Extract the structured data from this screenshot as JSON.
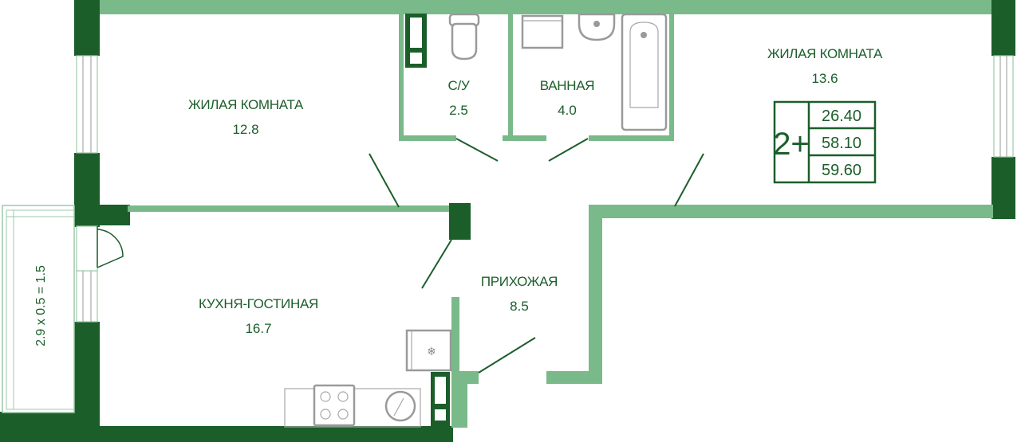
{
  "rooms": {
    "living_left": {
      "name": "ЖИЛАЯ КОМНАТА",
      "area": "12.8"
    },
    "bathroom_wc": {
      "name": "С/У",
      "area": "2.5"
    },
    "bathroom": {
      "name": "ВАННАЯ",
      "area": "4.0"
    },
    "living_right": {
      "name": "ЖИЛАЯ КОМНАТА",
      "area": "13.6"
    },
    "kitchen": {
      "name": "КУХНЯ-ГОСТИНАЯ",
      "area": "16.7"
    },
    "hall": {
      "name": "ПРИХОЖАЯ",
      "area": "8.5"
    }
  },
  "balcony": {
    "label": "2.9 x 0.5 = 1.5"
  },
  "summary": {
    "rooms_label": "2+",
    "living_area": "26.40",
    "total_area": "58.10",
    "total_with_balcony": "59.60"
  },
  "colors": {
    "wall_dark": "#1b5e2a",
    "wall_light": "#7ab98a",
    "fixture": "#9a9a9a"
  },
  "icons": {
    "fridge": "snowflake-icon"
  }
}
